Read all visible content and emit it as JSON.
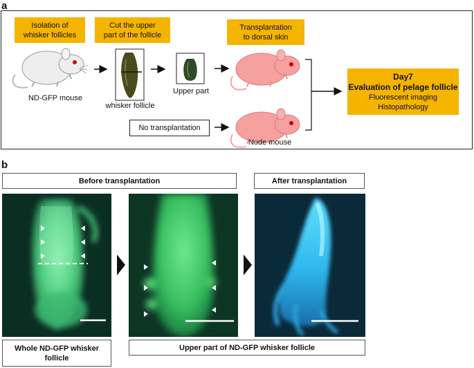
{
  "panel_a": {
    "letter": "a",
    "steps": {
      "isolation_line1": "Isolation of",
      "isolation_line2": "whisker follicles",
      "cut_line1": "Cut the upper",
      "cut_line2": "part of the follicle",
      "transplant_line1": "Transplantation",
      "transplant_line2": "to dorsal skin"
    },
    "labels": {
      "donor_mouse": "ND-GFP mouse",
      "whisker_follicle": "whisker follicle",
      "upper_part": "Upper part",
      "no_transplantation": "No transplantation",
      "nude_mouse": "Nude mouse"
    },
    "result": {
      "line1": "Day7",
      "line2": "Evaluation of pelage follicle",
      "line3": "Fluorescent imaging",
      "line4": "Histopathology"
    },
    "colors": {
      "orange_box": "#f5b400",
      "donor_mouse_body": "#eeeeee",
      "nude_mouse_body": "#f7a0a0"
    }
  },
  "panel_b": {
    "letter": "b",
    "header_before": "Before transplantation",
    "header_after": "After transplantation",
    "caption_whole_line1": "Whole ND-GFP whisker",
    "caption_whole_line2": "follicle",
    "caption_upper": "Upper part of ND-GFP whisker follicle",
    "colors": {
      "gfp_green": "#49e07a",
      "after_blue": "#3fc0f0",
      "background_dark": "#0b2e22"
    }
  }
}
